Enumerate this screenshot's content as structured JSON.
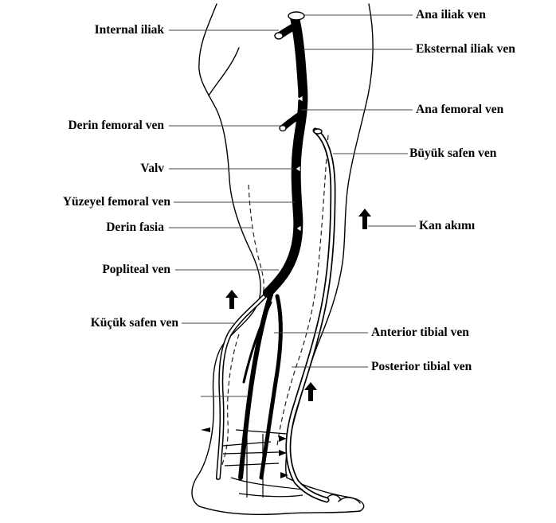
{
  "labels": {
    "internal_iliak": "Internal iliak",
    "derin_femoral_ven": "Derin femoral ven",
    "valv": "Valv",
    "yuzeyel_femoral_ven": "Yüzeyel femoral ven",
    "derin_fasia": "Derin fasia",
    "popliteal_ven": "Popliteal ven",
    "kucuk_safen_ven": "Küçük safen ven",
    "ana_iliak_ven": "Ana iliak ven",
    "eksternal_iliak_ven": "Eksternal iliak ven",
    "ana_femoral_ven": "Ana femoral ven",
    "buyuk_safen_ven": "Büyük safen ven",
    "kan_akimi": "Kan akımı",
    "anterior_tibial_ven": "Anterior tibial ven",
    "posterior_tibial_ven": "Posterior tibial ven"
  },
  "colors": {
    "ink": "#000000",
    "background": "#ffffff",
    "leader": "#444444"
  }
}
